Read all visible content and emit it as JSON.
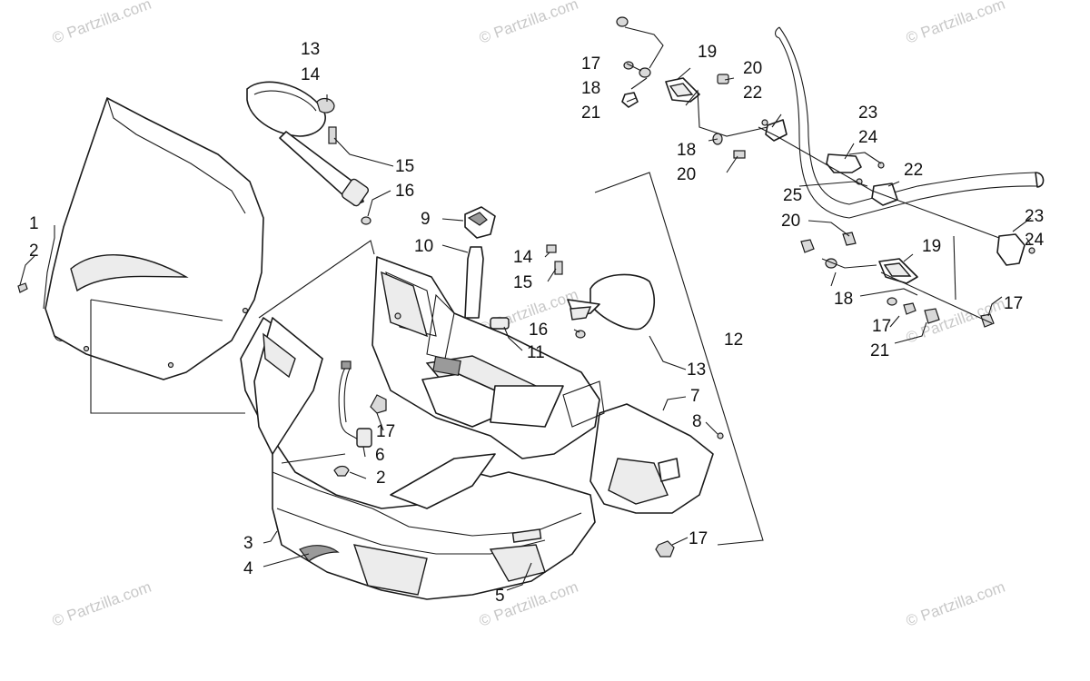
{
  "watermark": {
    "text": "© Partzilla.com",
    "site": "Partzilla.com",
    "copyright_symbol": "©"
  },
  "callouts": {
    "c1": "1",
    "c2a": "2",
    "c2b": "2",
    "c3": "3",
    "c4": "4",
    "c5": "5",
    "c6": "6",
    "c7": "7",
    "c8": "8",
    "c9": "9",
    "c10": "10",
    "c11": "11",
    "c12": "12",
    "c13a": "13",
    "c13b": "13",
    "c14a": "14",
    "c14b": "14",
    "c15a": "15",
    "c15b": "15",
    "c16a": "16",
    "c16b": "16",
    "c17a": "17",
    "c17b": "17",
    "c17c": "17",
    "c17d": "17",
    "c17e": "17",
    "c18a": "18",
    "c18b": "18",
    "c18c": "18",
    "c19a": "19",
    "c19b": "19",
    "c20a": "20",
    "c20b": "20",
    "c20c": "20",
    "c21a": "21",
    "c21b": "21",
    "c22a": "22",
    "c22b": "22",
    "c23a": "23",
    "c23b": "23",
    "c24a": "24",
    "c24b": "24",
    "c25": "25"
  }
}
